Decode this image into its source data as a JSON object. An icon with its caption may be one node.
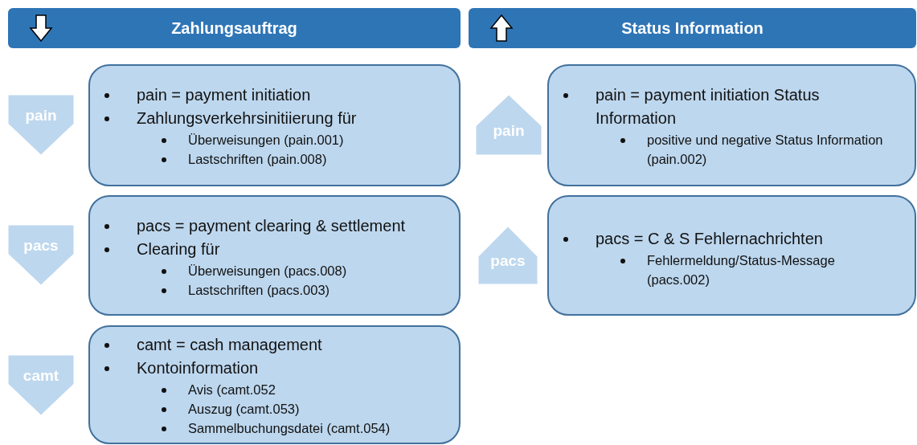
{
  "diagram": {
    "nodes": [
      {
        "text": [
          "Zahlungsauftrag"
        ]
      },
      {
        "text": [
          "Status Information"
        ]
      },
      {
        "text": [
          "pain"
        ]
      },
      {
        "text": [
          "pain = payment initiation",
          "Zahlungsverkehrsinitiierung für",
          "Überweisungen (pain.001)",
          "Lastschriften (pain.008)"
        ]
      },
      {
        "text": [
          "pacs"
        ]
      },
      {
        "text": [
          "pacs = payment clearing & settlement",
          "Clearing für",
          "Überweisungen (pacs.008)",
          "Lastschriften (pacs.003)"
        ]
      },
      {
        "text": [
          "camt"
        ]
      },
      {
        "text": [
          "camt = cash management",
          "Kontoinformation",
          "Avis (camt.052",
          "Auszug (camt.053)",
          "Sammelbuchungsdatei (camt.054)"
        ]
      },
      {
        "text": [
          "pain"
        ]
      },
      {
        "text": [
          "pain = payment initiation Status Information",
          "positive und negative Status Information (pain.002)"
        ]
      },
      {
        "text": [
          "pacs"
        ]
      },
      {
        "text": [
          "pacs = C & S Fehlernachrichten",
          "Fehlermeldung/Status-Message (pacs.002)"
        ]
      }
    ],
    "edges": []
  }
}
